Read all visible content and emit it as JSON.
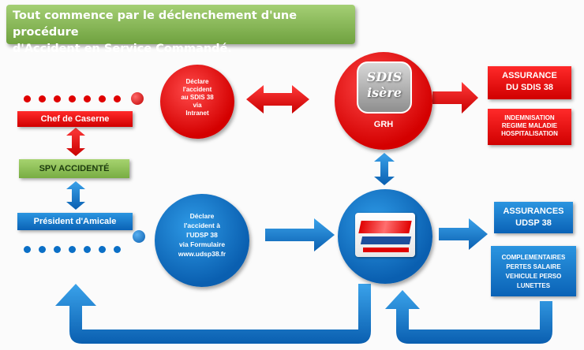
{
  "banner": {
    "line1": "Tout commence par le déclenchement d'une procédure",
    "line2": "d'Accident en Service Commandé."
  },
  "nodes": {
    "chef_caserne": "Chef de Caserne",
    "spv_accidente": "SPV ACCIDENTÉ",
    "president_amicale": "Président d'Amicale",
    "declare_sdis": [
      "Déclare",
      "l'accident",
      "au SDIS 38",
      "via",
      "Intranet"
    ],
    "declare_udsp": [
      "Déclare",
      "l'accident à",
      "l'UDSP 38",
      "via Formulaire",
      "www.udsp38.fr"
    ],
    "sdis_logo_line1": "SDIS",
    "sdis_logo_line2": "isère",
    "grh": "GRH",
    "assurance_sdis_title": [
      "ASSURANCE",
      "DU SDIS 38"
    ],
    "assurance_sdis_items": [
      "INDEMNISATION",
      "REGIME MALADIE",
      "HOSPITALISATION"
    ],
    "assurance_udsp_title": [
      "ASSURANCES",
      "UDSP 38"
    ],
    "assurance_udsp_items": [
      "COMPLEMENTAIRES",
      "PERTES SALAIRE",
      "VEHICULE PERSO",
      "LUNETTES"
    ]
  },
  "colors": {
    "red": "#e00000",
    "blue": "#0b6fc6",
    "green": "#7db443"
  }
}
